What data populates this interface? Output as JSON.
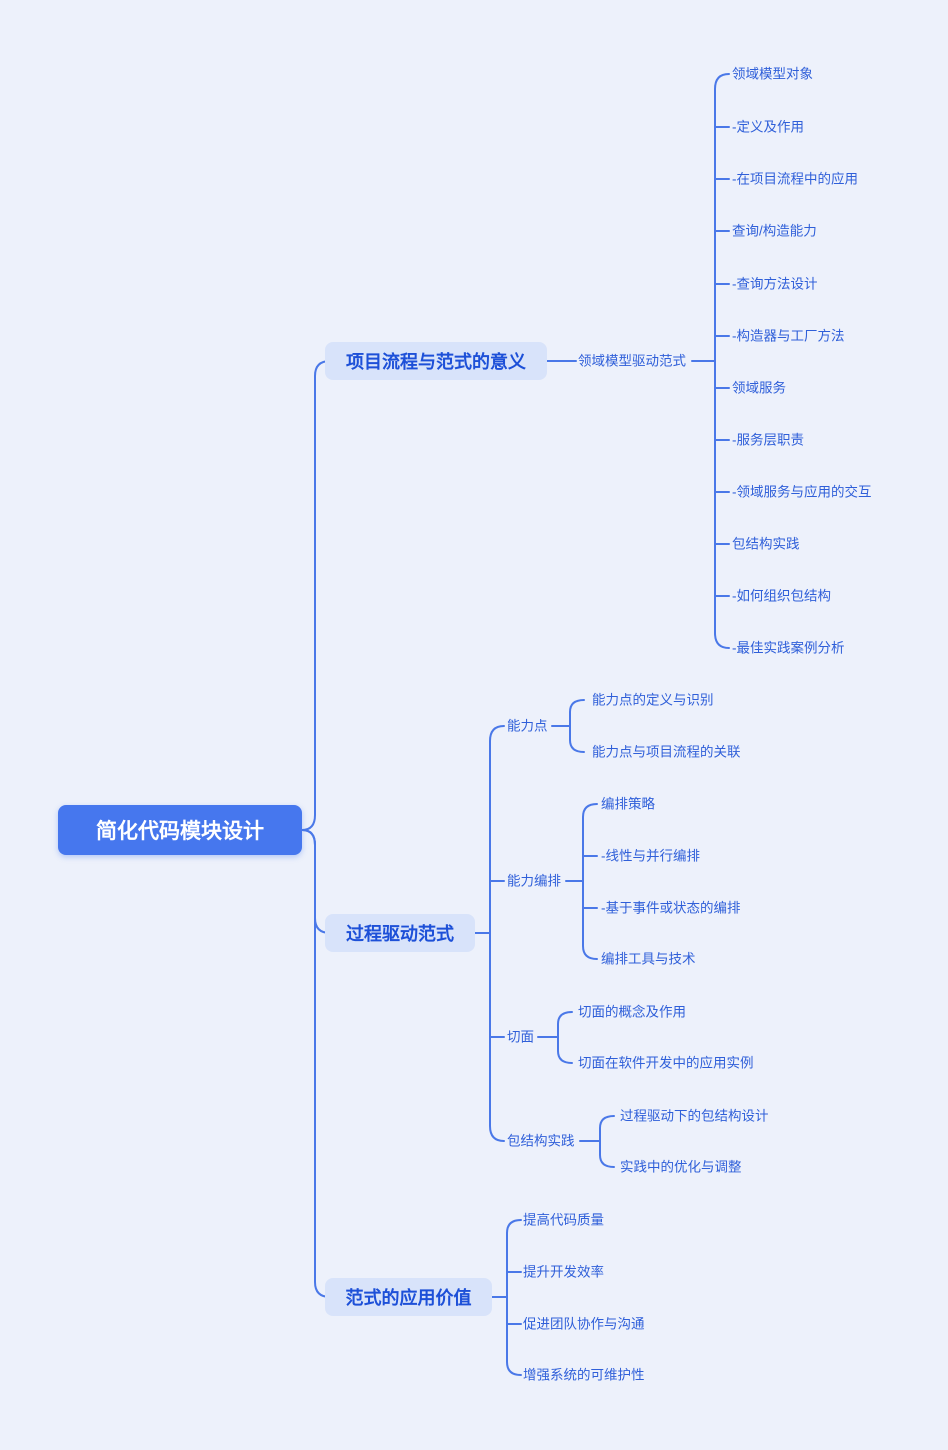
{
  "theme": {
    "background": "#edf1fb",
    "root_fill": "#4677ee",
    "root_text": "#ffffff",
    "branch_fill": "#d8e3fa",
    "branch_text": "#1d50d8",
    "leaf_text": "#2f5fd9",
    "line_color": "#4a78e8"
  },
  "mindmap": {
    "root": {
      "label": "简化代码模块设计"
    },
    "branches": [
      {
        "label": "项目流程与范式的意义",
        "children": [
          {
            "label": "领域模型驱动范式",
            "children": [
              {
                "label": "领域模型对象"
              },
              {
                "label": "-定义及作用"
              },
              {
                "label": "-在项目流程中的应用"
              },
              {
                "label": "查询/构造能力"
              },
              {
                "label": "-查询方法设计"
              },
              {
                "label": "-构造器与工厂方法"
              },
              {
                "label": "领域服务"
              },
              {
                "label": "-服务层职责"
              },
              {
                "label": "-领域服务与应用的交互"
              },
              {
                "label": "包结构实践"
              },
              {
                "label": "-如何组织包结构"
              },
              {
                "label": "-最佳实践案例分析"
              }
            ]
          }
        ]
      },
      {
        "label": "过程驱动范式",
        "children": [
          {
            "label": "能力点",
            "children": [
              {
                "label": "能力点的定义与识别"
              },
              {
                "label": "能力点与项目流程的关联"
              }
            ]
          },
          {
            "label": "能力编排",
            "children": [
              {
                "label": "编排策略"
              },
              {
                "label": "-线性与并行编排"
              },
              {
                "label": "-基于事件或状态的编排"
              },
              {
                "label": "编排工具与技术"
              }
            ]
          },
          {
            "label": "切面",
            "children": [
              {
                "label": "切面的概念及作用"
              },
              {
                "label": "切面在软件开发中的应用实例"
              }
            ]
          },
          {
            "label": "包结构实践",
            "children": [
              {
                "label": "过程驱动下的包结构设计"
              },
              {
                "label": "实践中的优化与调整"
              }
            ]
          }
        ]
      },
      {
        "label": "范式的应用价值",
        "children": [
          {
            "label": "提高代码质量"
          },
          {
            "label": "提升开发效率"
          },
          {
            "label": "促进团队协作与沟通"
          },
          {
            "label": "增强系统的可维护性"
          }
        ]
      }
    ]
  }
}
